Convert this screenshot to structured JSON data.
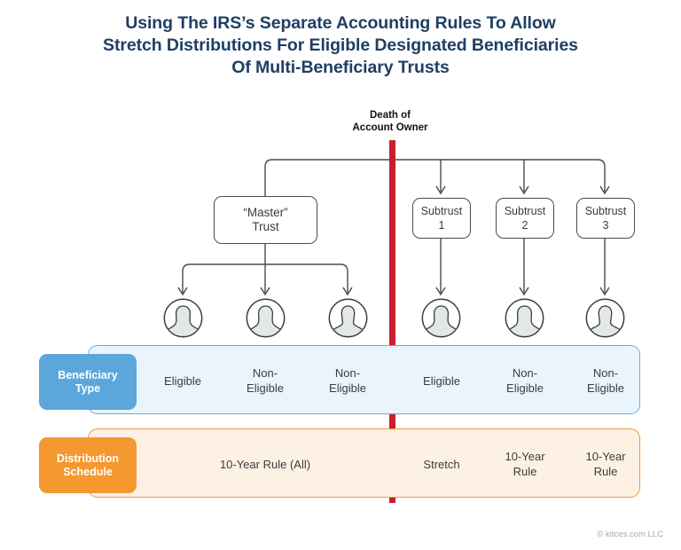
{
  "title": {
    "line1": "Using The IRS’s Separate Accounting Rules To Allow",
    "line2": "Stretch Distributions For Eligible Designated Beneficiaries",
    "line3": "Of Multi-Beneficiary Trusts"
  },
  "death_marker": {
    "line1": "Death of",
    "line2": "Account Owner",
    "color": "#c8202e"
  },
  "trusts": {
    "master": {
      "line1": "“Master”",
      "line2": "Trust"
    },
    "subtrusts": [
      {
        "line1": "Subtrust",
        "line2": "1"
      },
      {
        "line1": "Subtrust",
        "line2": "2"
      },
      {
        "line1": "Subtrust",
        "line2": "3"
      }
    ]
  },
  "beneficiaries": [
    {
      "icon": "person-female-icon"
    },
    {
      "icon": "person-female-icon"
    },
    {
      "icon": "person-male-icon"
    },
    {
      "icon": "person-female-icon"
    },
    {
      "icon": "person-female-icon"
    },
    {
      "icon": "person-male-icon"
    }
  ],
  "rows": {
    "beneficiary_type": {
      "label_line1": "Beneficiary",
      "label_line2": "Type",
      "badge_color": "#5ba7dc",
      "panel_fill": "#eaf4fc",
      "panel_border": "#64adde",
      "cells": [
        {
          "line1": "Eligible",
          "line2": ""
        },
        {
          "line1": "Non-",
          "line2": "Eligible"
        },
        {
          "line1": "Non-",
          "line2": "Eligible"
        },
        {
          "line1": "Eligible",
          "line2": ""
        },
        {
          "line1": "Non-",
          "line2": "Eligible"
        },
        {
          "line1": "Non-",
          "line2": "Eligible"
        }
      ]
    },
    "distribution_schedule": {
      "label_line1": "Distribution",
      "label_line2": "Schedule",
      "badge_color": "#f5982f",
      "panel_fill": "#fdf1e4",
      "panel_border": "#f5982f",
      "cells": [
        {
          "line1": "10-Year Rule (All)",
          "line2": ""
        },
        {
          "line1": "Stretch",
          "line2": ""
        },
        {
          "line1": "10-Year",
          "line2": "Rule"
        },
        {
          "line1": "10-Year",
          "line2": "Rule"
        }
      ]
    }
  },
  "footer": {
    "copyright": "© kitces.com LLC"
  }
}
